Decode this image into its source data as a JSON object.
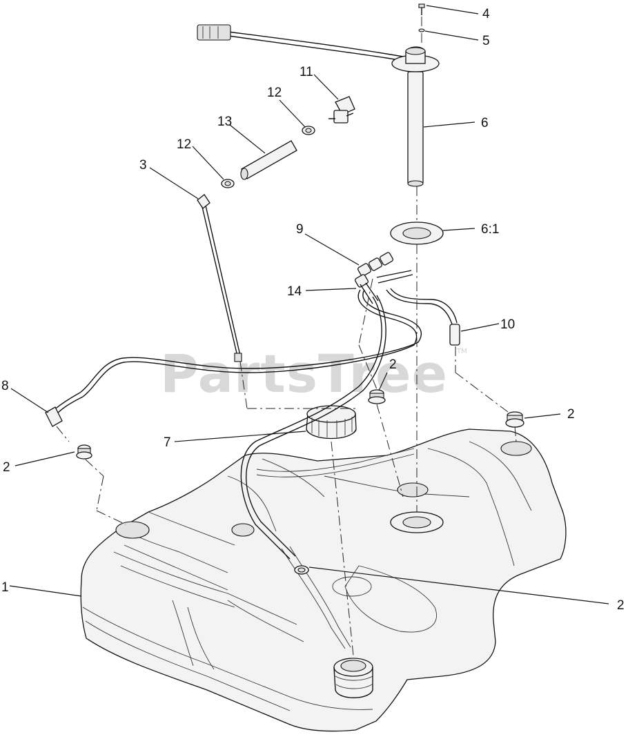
{
  "watermark": {
    "text": "PartsTree",
    "tm": "TM"
  },
  "callouts": {
    "c1": "1",
    "c2a": "2",
    "c2b": "2",
    "c2c": "2",
    "c2d": "2",
    "c3": "3",
    "c4": "4",
    "c5": "5",
    "c6": "6",
    "c6_1": "6:1",
    "c7": "7",
    "c8": "8",
    "c9": "9",
    "c10": "10",
    "c11": "11",
    "c12a": "12",
    "c12b": "12",
    "c13": "13",
    "c14": "14"
  }
}
